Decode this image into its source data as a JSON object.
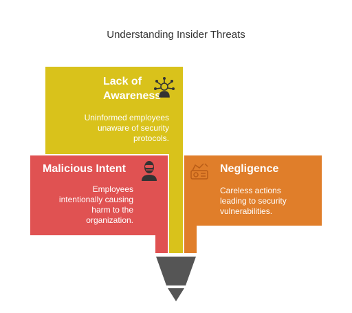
{
  "title": "Understanding Insider Threats",
  "cards": [
    {
      "heading_line1": "Lack of",
      "heading_line2": "Awareness",
      "description": [
        "Uninformed employees",
        "unaware of security",
        "protocols."
      ],
      "color": "#d9c21b",
      "icon": "person-network-icon"
    },
    {
      "heading": "Malicious Intent",
      "description": [
        "Employees",
        "intentionally causing",
        "harm to the",
        "organization."
      ],
      "color": "#e05252",
      "icon": "masked-person-icon"
    },
    {
      "heading": "Negligence",
      "description": [
        "Careless actions",
        "leading to security",
        "vulnerabilities."
      ],
      "color": "#e07e2a",
      "icon": "neglect-icon"
    }
  ],
  "funnel_color": "#555555"
}
